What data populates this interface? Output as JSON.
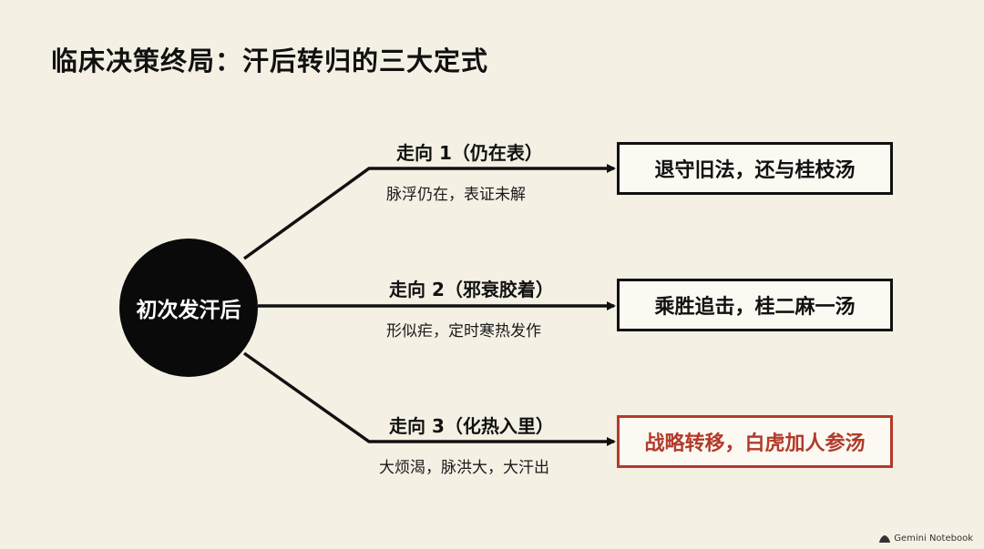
{
  "title": "临床决策终局：汗后转归的三大定式",
  "origin": {
    "label": "初次发汗后"
  },
  "paths": [
    {
      "label": "走向 1（仍在表）",
      "detail": "脉浮仍在，表证未解",
      "outcome": "退守旧法，还与桂枝汤"
    },
    {
      "label": "走向 2（邪衰胶着）",
      "detail": "形似疟，定时寒热发作",
      "outcome": "乘胜追击，桂二麻一汤"
    },
    {
      "label": "走向 3（化热入里）",
      "detail": "大烦渴，脉洪大，大汗出",
      "outcome": "战略转移，白虎加人参汤"
    }
  ],
  "watermark": "Gemini Notebook",
  "colors": {
    "background": "#f4f0e4",
    "ink": "#111111",
    "highlight": "#b33a2a"
  }
}
